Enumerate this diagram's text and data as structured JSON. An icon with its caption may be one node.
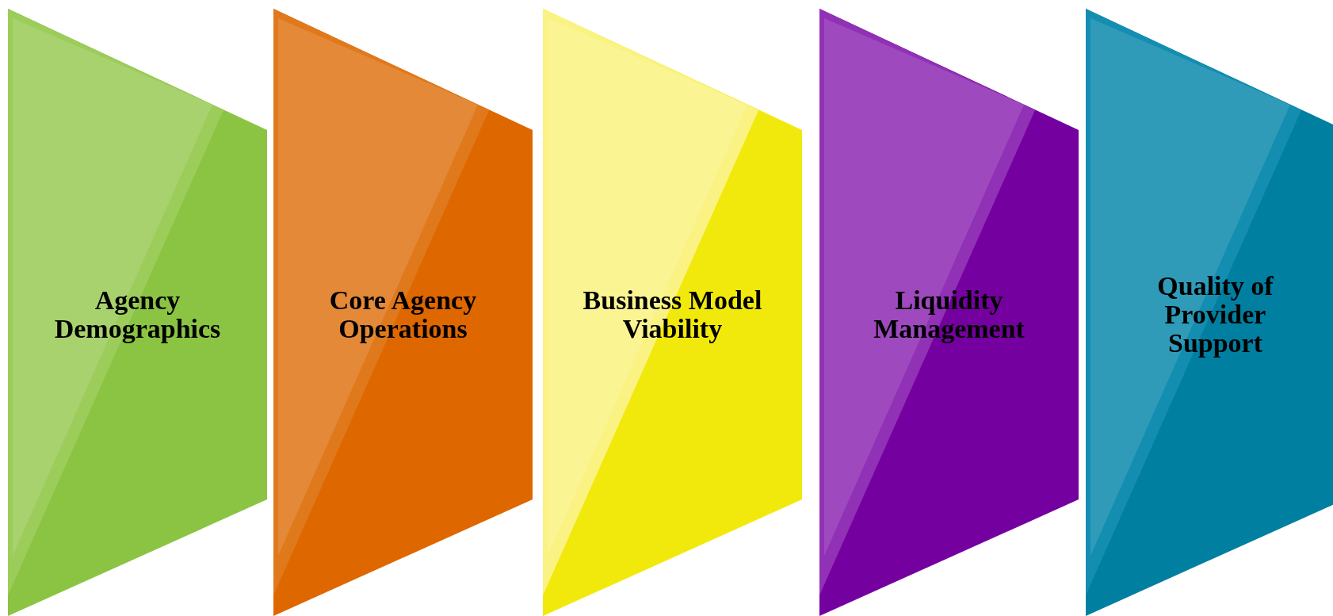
{
  "diagram": {
    "nodes": [
      {
        "text": [
          "Agency Demographics"
        ]
      },
      {
        "text": [
          "Core Agency Operations"
        ]
      },
      {
        "text": [
          "Business Model Viability"
        ]
      },
      {
        "text": [
          "Liquidity Management"
        ]
      },
      {
        "text": [
          "Quality of Provider Support"
        ]
      }
    ]
  }
}
